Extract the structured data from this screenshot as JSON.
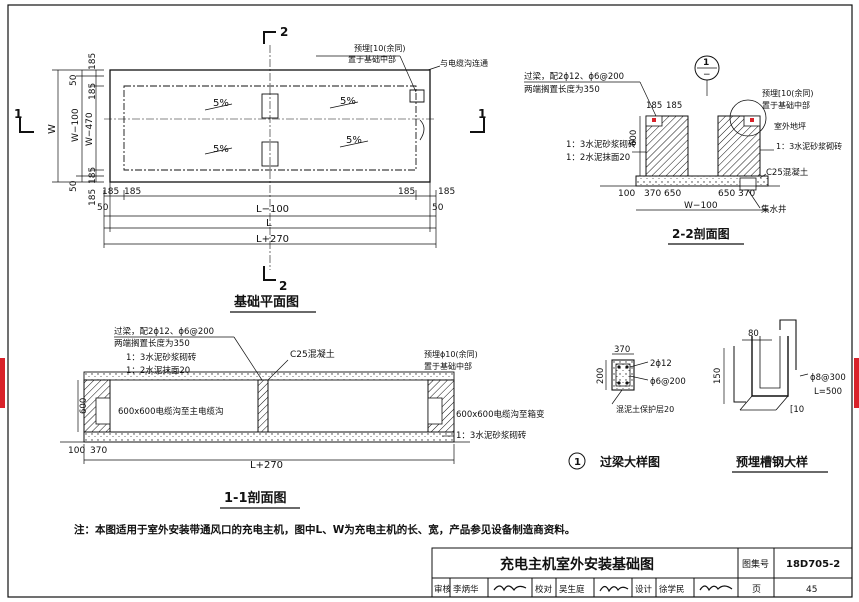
{
  "plan": {
    "title": "基础平面图",
    "section_mark": "2",
    "section_mark_1": "1",
    "embed_note_line1": "预埋[10(余同)",
    "embed_note_line2": "置于基础中部",
    "cable_note": "与电缆沟连通",
    "slope_1": "5%",
    "slope_2": "5%",
    "slope_3": "5%",
    "slope_4": "5%",
    "dim_50_top": "50",
    "dim_185_top1": "185",
    "dim_185_top2": "185",
    "dim_W": "W",
    "dim_W100": "W−100",
    "dim_W470": "W−470",
    "dim_50_bottom": "50",
    "dim_185_b1": "185",
    "dim_185_b2": "185",
    "dim_185_bl": "185",
    "dim_185_bl2": "185",
    "dim_185_br": "185",
    "dim_185_br2": "185",
    "dim_50_l": "50",
    "dim_50_r": "50",
    "dim_L100": "L−100",
    "dim_L": "L",
    "dim_L270": "L+270"
  },
  "sec22": {
    "title": "2-2剖面图",
    "detail_ref_top": "1",
    "detail_ref_bottom": "−",
    "lintel_line1": "过梁，配2ϕ12、ϕ6@200",
    "lintel_line2": "两端搁置长度为350",
    "embed_line1": "预埋[10(余同)",
    "embed_line2": "置于基础中部",
    "outdoor_ground": "室外地坪",
    "mortar_right": "1：3水泥砂浆砌砖",
    "mortar_left1": "1：3水泥砂浆砌砖",
    "mortar_left2": "1：2水泥抹面20",
    "concrete": "C25混凝土",
    "sump": "集水井",
    "dim_185a": "185",
    "dim_185b": "185",
    "dim_600": "600",
    "dim_100": "100",
    "dim_370a": "370",
    "dim_650a": "650",
    "dim_650b": "650",
    "dim_370b": "370",
    "dim_W100": "W−100"
  },
  "sec11": {
    "title": "1-1剖面图",
    "lintel_line1": "过梁，配2ϕ12、ϕ6@200",
    "lintel_line2": "两端搁置长度为350",
    "mortar1": "1：3水泥砂浆砌砖",
    "mortar2": "1：2水泥抹面20",
    "concrete": "C25混凝土",
    "embed_line1": "预埋ϕ10(余同)",
    "embed_line2": "置于基础中部",
    "trench_left": "600x600电缆沟至主电缆沟",
    "trench_right": "600x600电缆沟至箱变",
    "mortar_right": "1：3水泥砂浆砌砖",
    "dim_600": "600",
    "dim_100": "100",
    "dim_370": "370",
    "dim_L270": "L+270"
  },
  "lintel": {
    "title": "过梁大样图",
    "ref": "1",
    "dim_370": "370",
    "dim_200": "200",
    "rebar1": "2ϕ12",
    "rebar2": "ϕ6@200",
    "cover": "混泥土保护层20"
  },
  "channel": {
    "title": "预埋槽钢大样",
    "dim_80": "80",
    "dim_150": "150",
    "rebar": "ϕ8@300",
    "length": "L=500",
    "profile": "[10"
  },
  "note": "注：本图适用于室外安装带通风口的充电主机，图中L、W为充电主机的长、宽，产品参见设备制造商资料。",
  "titleblock": {
    "drawing_title": "充电主机室外安装基础图",
    "atlas_label": "图集号",
    "atlas_no": "18D705-2",
    "review_label": "审核",
    "reviewer": "李炳华",
    "check_label": "校对",
    "checker": "吴生庭",
    "design_label": "设计",
    "designer": "徐学民",
    "page_label": "页",
    "page_no": "45"
  }
}
